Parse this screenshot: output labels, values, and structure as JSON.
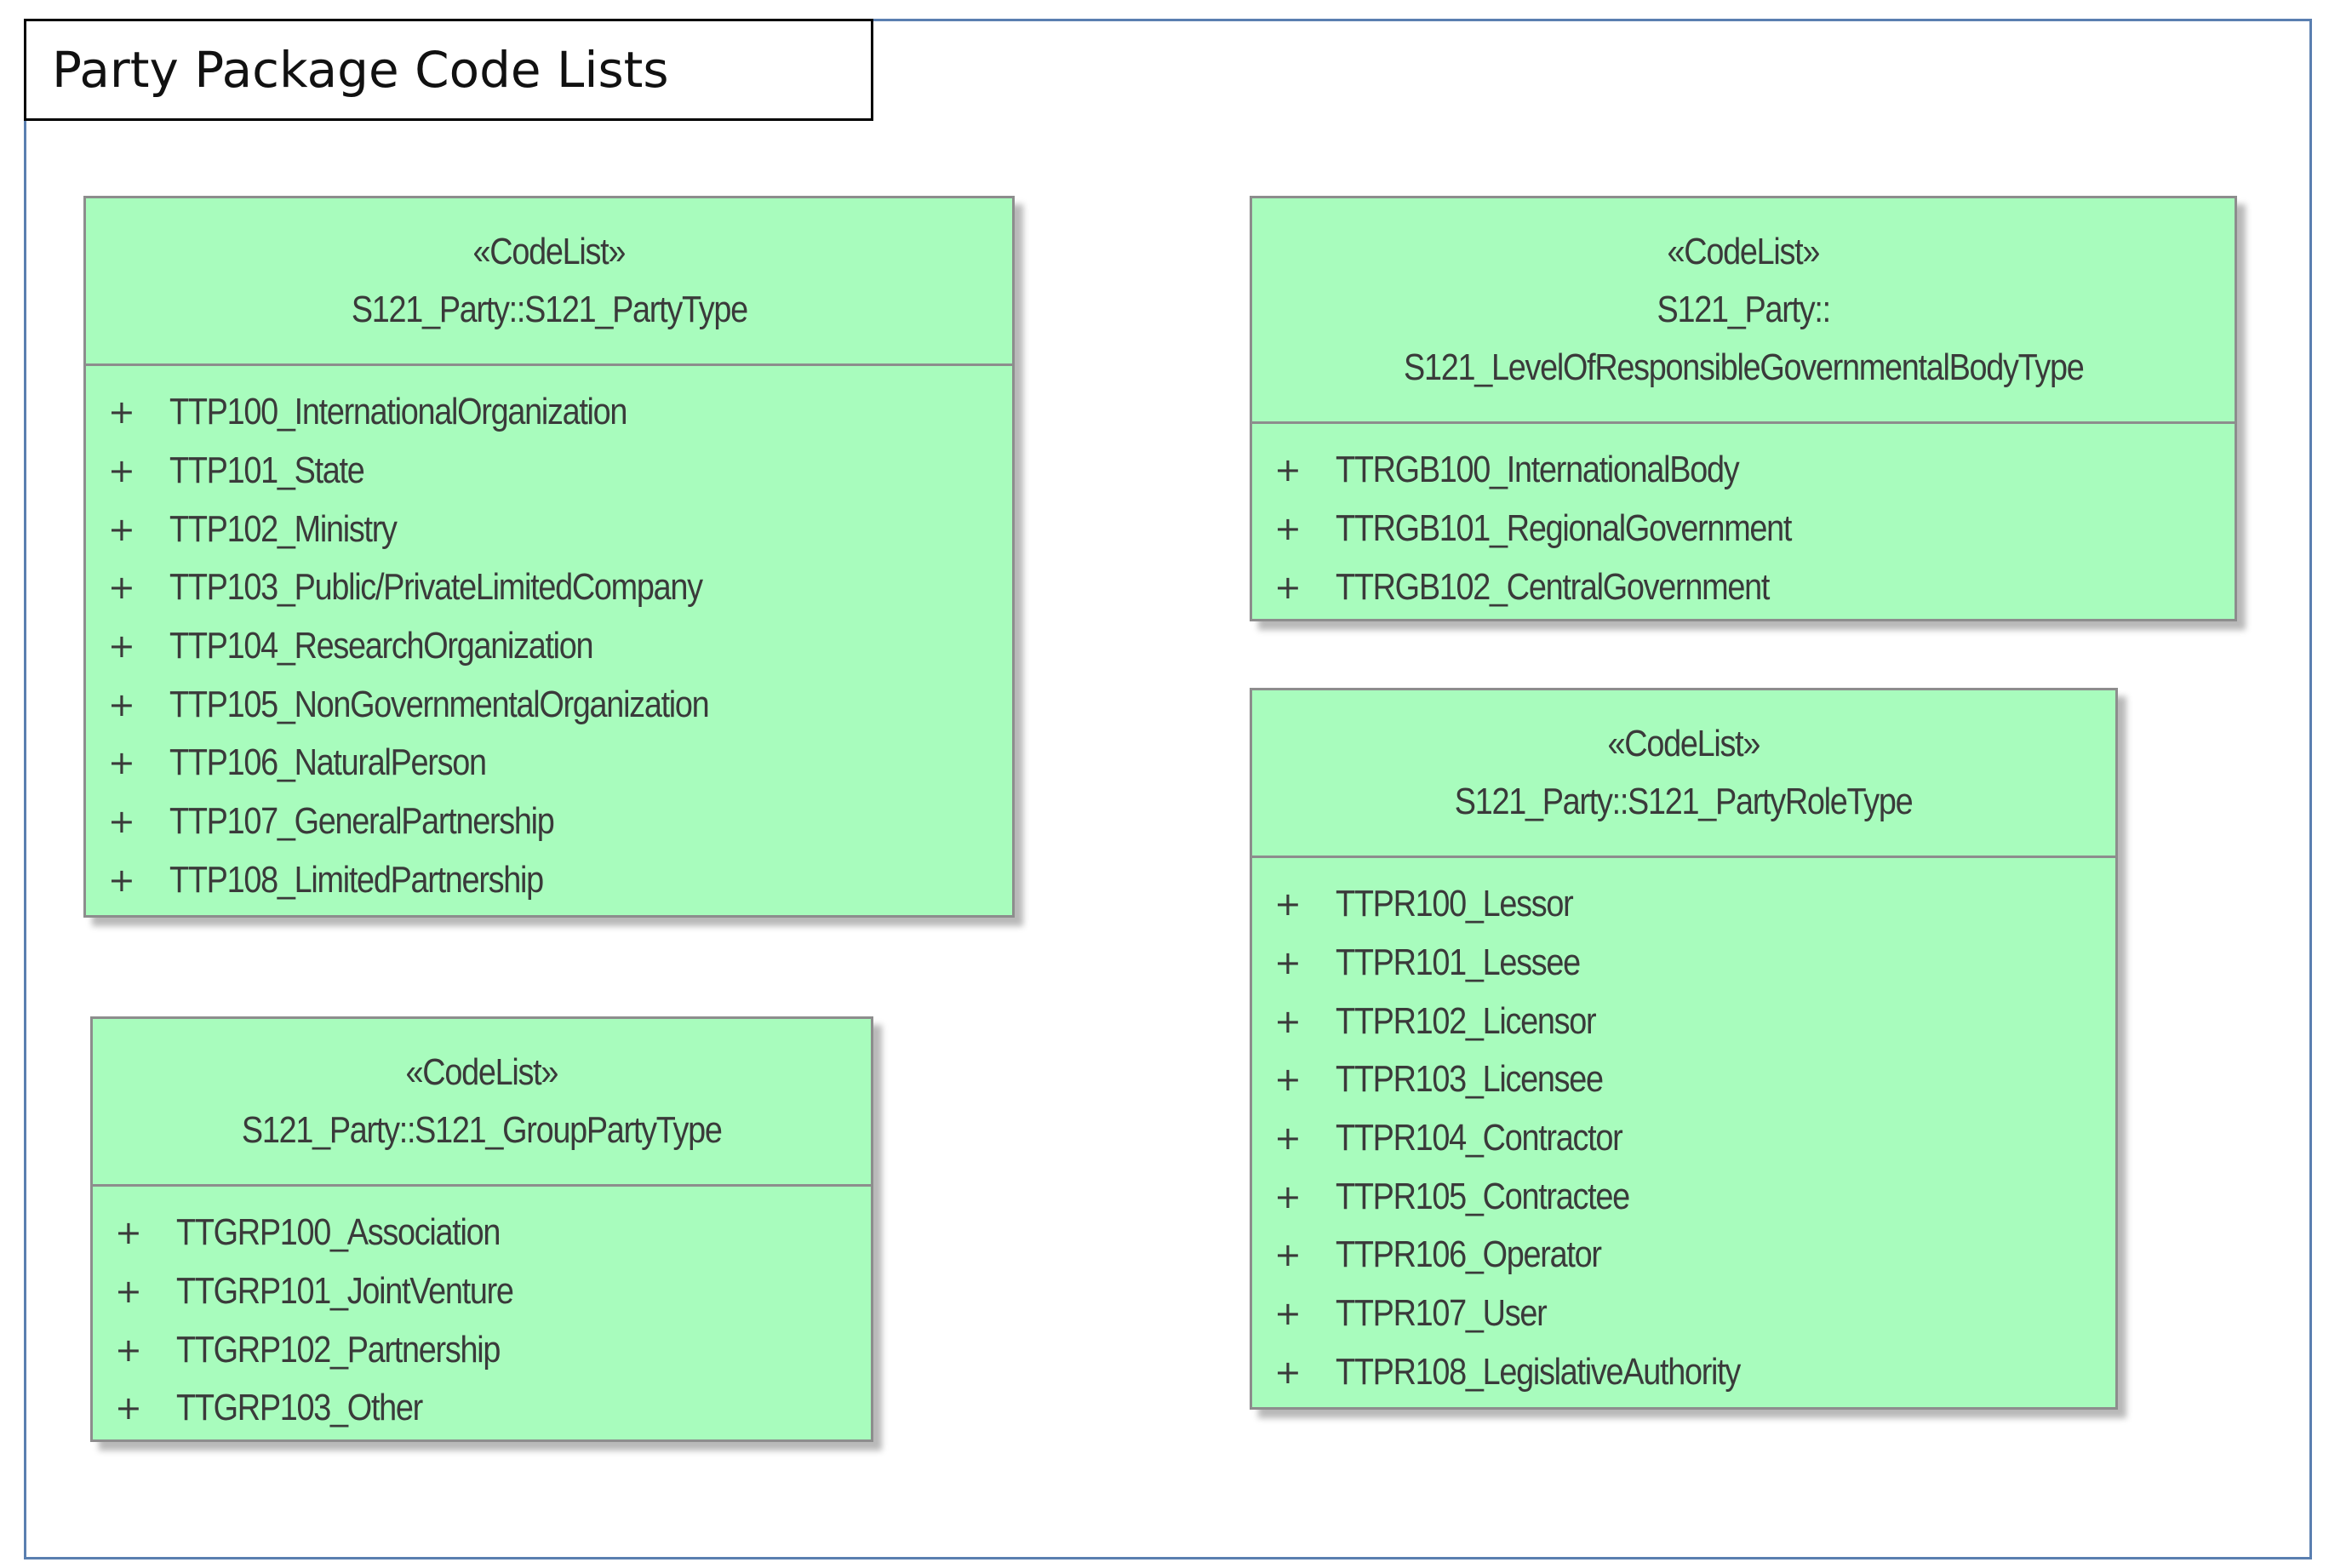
{
  "title": "Party Package Code Lists",
  "colors": {
    "class_fill": "#a8fcbd",
    "class_border": "#8d8d8d",
    "frame_border": "#5a7fb0",
    "text": "#3a3a3a"
  },
  "classes": [
    {
      "stereotype": "«CodeList»",
      "name_lines": [
        "S121_Party::S121_PartyType"
      ],
      "attributes": [
        {
          "visibility": "+",
          "name": "TTP100_InternationalOrganization"
        },
        {
          "visibility": "+",
          "name": "TTP101_State"
        },
        {
          "visibility": "+",
          "name": "TTP102_Ministry"
        },
        {
          "visibility": "+",
          "name": "TTP103_Public/PrivateLimitedCompany"
        },
        {
          "visibility": "+",
          "name": "TTP104_ResearchOrganization"
        },
        {
          "visibility": "+",
          "name": "TTP105_NonGovernmentalOrganization"
        },
        {
          "visibility": "+",
          "name": "TTP106_NaturalPerson"
        },
        {
          "visibility": "+",
          "name": "TTP107_GeneralPartnership"
        },
        {
          "visibility": "+",
          "name": "TTP108_LimitedPartnership"
        }
      ]
    },
    {
      "stereotype": "«CodeList»",
      "name_lines": [
        "S121_Party::",
        "S121_LevelOfResponsibleGovernmentalBodyType"
      ],
      "attributes": [
        {
          "visibility": "+",
          "name": "TTRGB100_InternationalBody"
        },
        {
          "visibility": "+",
          "name": "TTRGB101_RegionalGovernment"
        },
        {
          "visibility": "+",
          "name": "TTRGB102_CentralGovernment"
        }
      ]
    },
    {
      "stereotype": "«CodeList»",
      "name_lines": [
        "S121_Party::S121_PartyRoleType"
      ],
      "attributes": [
        {
          "visibility": "+",
          "name": "TTPR100_Lessor"
        },
        {
          "visibility": "+",
          "name": "TTPR101_Lessee"
        },
        {
          "visibility": "+",
          "name": "TTPR102_Licensor"
        },
        {
          "visibility": "+",
          "name": "TTPR103_Licensee"
        },
        {
          "visibility": "+",
          "name": "TTPR104_Contractor"
        },
        {
          "visibility": "+",
          "name": "TTPR105_Contractee"
        },
        {
          "visibility": "+",
          "name": "TTPR106_Operator"
        },
        {
          "visibility": "+",
          "name": "TTPR107_User"
        },
        {
          "visibility": "+",
          "name": "TTPR108_LegislativeAuthority"
        }
      ]
    },
    {
      "stereotype": "«CodeList»",
      "name_lines": [
        "S121_Party::S121_GroupPartyType"
      ],
      "attributes": [
        {
          "visibility": "+",
          "name": "TTGRP100_Association"
        },
        {
          "visibility": "+",
          "name": "TTGRP101_JointVenture"
        },
        {
          "visibility": "+",
          "name": "TTGRP102_Partnership"
        },
        {
          "visibility": "+",
          "name": "TTGRP103_Other"
        }
      ]
    }
  ]
}
